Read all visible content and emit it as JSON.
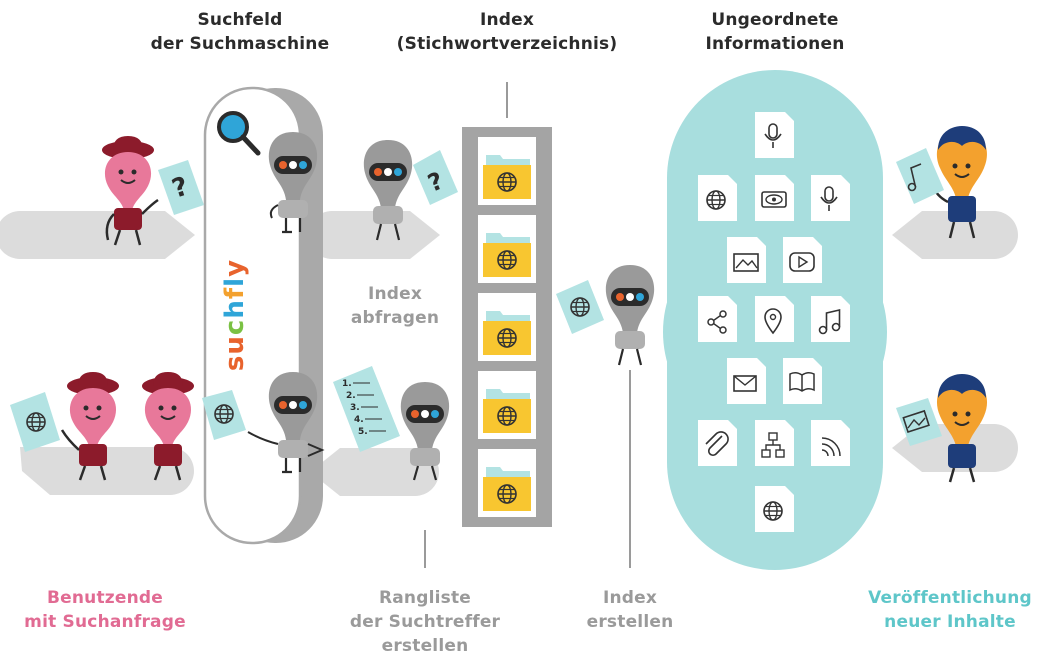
{
  "labels": {
    "suchfeld": [
      "Suchfeld",
      "der Suchmaschine"
    ],
    "index": [
      "Index",
      "(Stichwortverzeichnis)"
    ],
    "ungeordnete": [
      "Ungeordnete",
      "Informationen"
    ],
    "index_abfragen": [
      "Index",
      "abfragen"
    ],
    "benutzende": [
      "Benutzende",
      "mit Suchanfrage"
    ],
    "rangliste": [
      "Rangliste",
      "der Suchtreffer",
      "erstellen"
    ],
    "index_erstellen": [
      "Index",
      "erstellen"
    ],
    "veroeffentlichung": [
      "Veröffentlichung",
      "neuer Inhalte"
    ]
  },
  "logo_text": "suchfly",
  "colors": {
    "user_pink": "#e8789a",
    "hat_red": "#8c1b2b",
    "creator_orange": "#f3a12e",
    "creator_hair": "#1e3d7a",
    "cloud_teal": "#a8dede",
    "paper_teal": "#b3e3e3",
    "robot_grey": "#9a9a9a",
    "shelf_grey": "#a4a4a4",
    "folder_yellow": "#f8c630",
    "arrow_grey": "#dcdcdc",
    "label_pink": "#e16b93",
    "label_teal": "#5ec6c9",
    "label_grey": "#9a9a9a"
  },
  "cloud_icons": [
    "microphone-icon",
    "globe-icon",
    "eye-icon",
    "microphone-icon",
    "image-icon",
    "play-icon",
    "share-icon",
    "location-pin-icon",
    "music-note-icon",
    "envelope-icon",
    "book-icon",
    "paperclip-icon",
    "sitemap-icon",
    "rss-icon",
    "globe-icon"
  ],
  "ranking_list": [
    "1.",
    "2.",
    "3.",
    "4.",
    "5."
  ]
}
